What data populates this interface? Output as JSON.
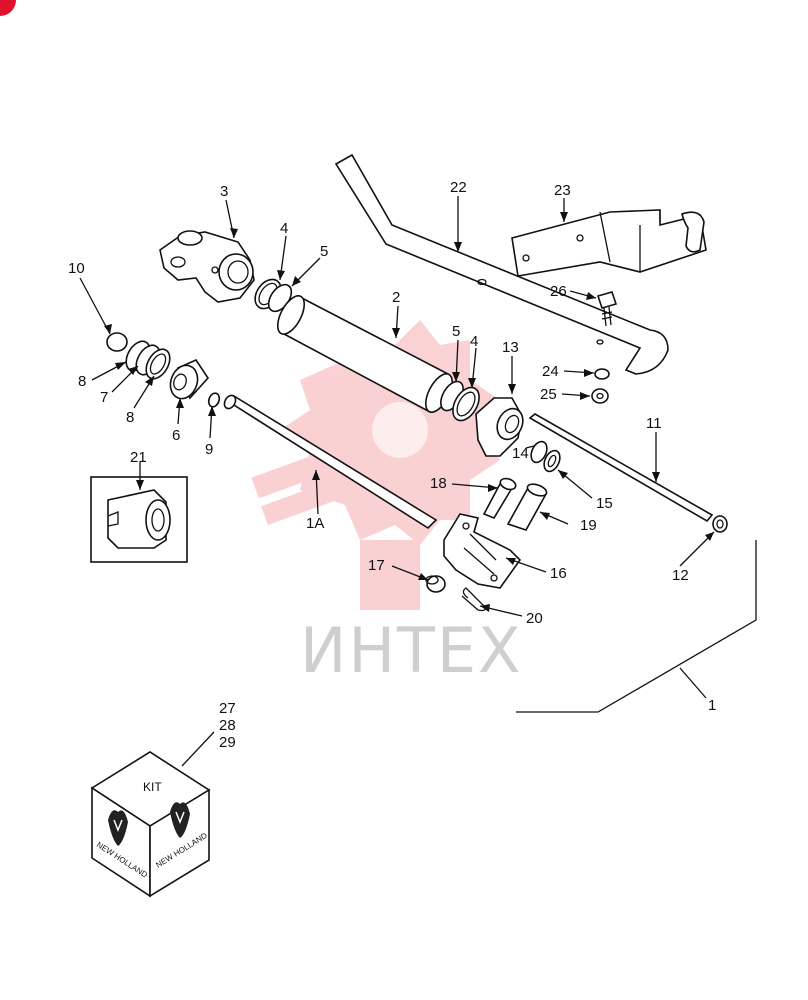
{
  "watermark": {
    "text": "ИНТЕХ",
    "color": "#e8323c"
  },
  "corner_badge": {
    "color": "#e0112b"
  },
  "kit": {
    "label": "KIT",
    "brand": "NEW HOLLAND",
    "numbers": [
      "27",
      "28",
      "29"
    ]
  },
  "callouts": {
    "c1": "1",
    "c1A": "1A",
    "c2": "2",
    "c3": "3",
    "c4a": "4",
    "c4b": "4",
    "c5a": "5",
    "c5b": "5",
    "c6": "6",
    "c7": "7",
    "c8a": "8",
    "c8b": "8",
    "c9": "9",
    "c10": "10",
    "c11": "11",
    "c12": "12",
    "c13": "13",
    "c14": "14",
    "c15": "15",
    "c16": "16",
    "c17": "17",
    "c18": "18",
    "c19": "19",
    "c20": "20",
    "c21": "21",
    "c22": "22",
    "c23": "23",
    "c24": "24",
    "c25": "25",
    "c26": "26"
  }
}
